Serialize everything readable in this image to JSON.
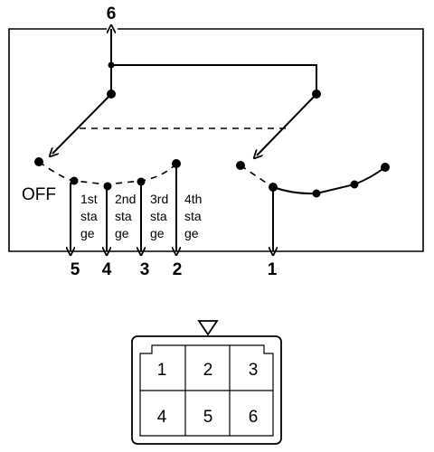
{
  "switch_diagram": {
    "terminals": {
      "t6": "6",
      "t5": "5",
      "t4": "4",
      "t3": "3",
      "t2": "2",
      "t1": "1"
    },
    "positions": {
      "off": "OFF",
      "stage1": [
        "1st",
        "sta",
        "ge"
      ],
      "stage2": [
        "2nd",
        "sta",
        "ge"
      ],
      "stage3": [
        "3rd",
        "sta",
        "ge"
      ],
      "stage4": [
        "4th",
        "sta",
        "ge"
      ]
    }
  },
  "connector": {
    "pins_top": [
      "1",
      "2",
      "3"
    ],
    "pins_bottom": [
      "4",
      "5",
      "6"
    ]
  }
}
